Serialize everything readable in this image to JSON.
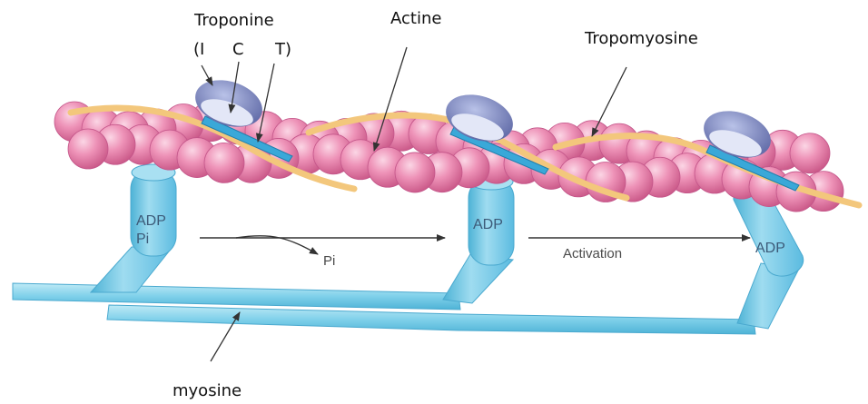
{
  "labels": {
    "troponine": "Troponine",
    "troponine_i": "(I",
    "troponine_c": "C",
    "troponine_t": "T)",
    "actine": "Actine",
    "tropomyosine": "Tropomyosine",
    "myosine": "myosine"
  },
  "heads": {
    "adp_1": "ADP",
    "pi_1": "Pi",
    "adp_2": "ADP",
    "adp_3": "ADP"
  },
  "arrows": {
    "pi_released": "Pi",
    "activation": "Activation"
  },
  "colors": {
    "actin": "#e98bb0",
    "tropomyosin": "#f3c77c",
    "troponin_body": "#8d98c8",
    "troponin_cap": "#dfe4f6",
    "troponin_strip": "#3aa8d8",
    "myosin": "#7fd0ea"
  }
}
